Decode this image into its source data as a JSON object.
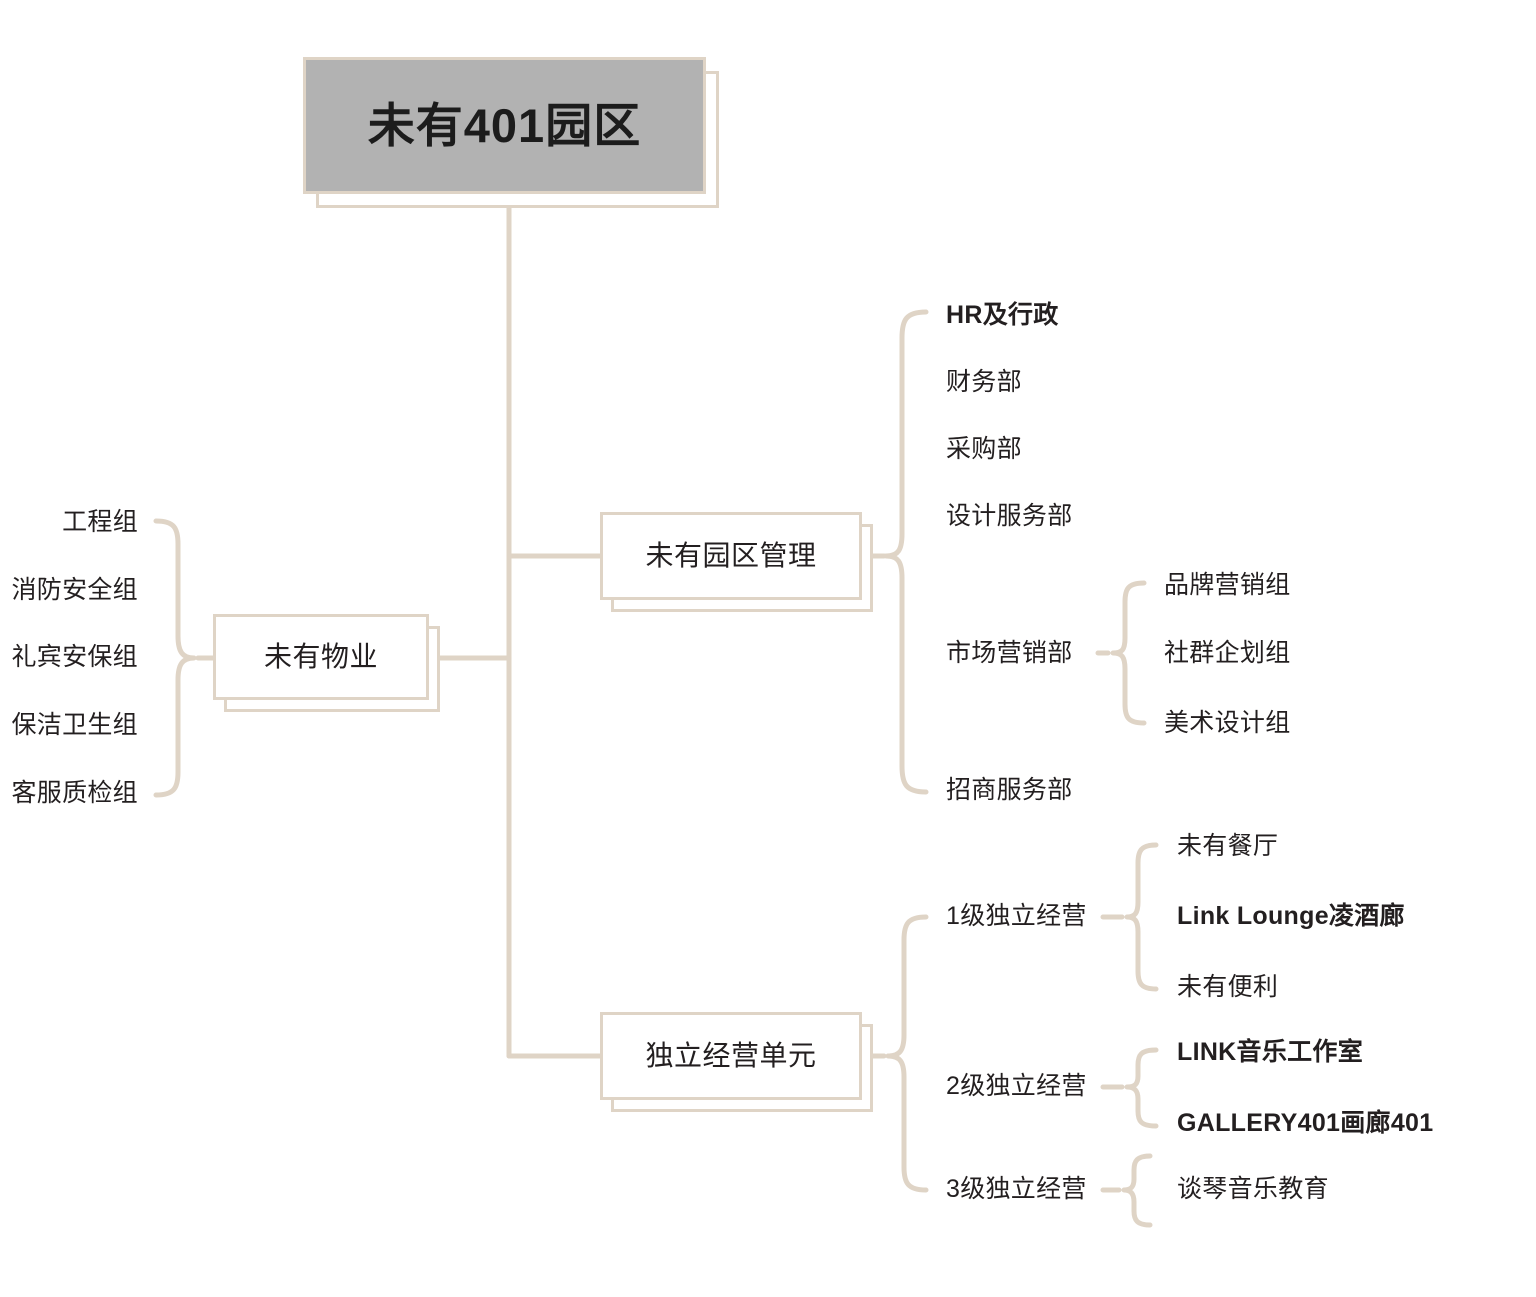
{
  "colors": {
    "line": "#dfd4c6",
    "root_fill": "#b2b2b2",
    "box_fill": "#ffffff",
    "text": "#231f20",
    "background": "#ffffff"
  },
  "chart_data": {
    "type": "diagram",
    "diagram_type": "organization-chart",
    "title": "未有401园区",
    "root": {
      "label": "未有401园区",
      "children": [
        {
          "label": "未有物业",
          "side": "left",
          "children": [
            {
              "label": "工程组"
            },
            {
              "label": "消防安全组"
            },
            {
              "label": "礼宾安保组"
            },
            {
              "label": "保洁卫生组"
            },
            {
              "label": "客服质检组"
            }
          ]
        },
        {
          "label": "未有园区管理",
          "side": "right",
          "children": [
            {
              "label": "HR及行政",
              "bold": true
            },
            {
              "label": "财务部"
            },
            {
              "label": "采购部"
            },
            {
              "label": "设计服务部"
            },
            {
              "label": "市场营销部",
              "children": [
                {
                  "label": "品牌营销组"
                },
                {
                  "label": "社群企划组"
                },
                {
                  "label": "美术设计组"
                }
              ]
            },
            {
              "label": "招商服务部"
            }
          ]
        },
        {
          "label": "独立经营单元",
          "side": "right",
          "children": [
            {
              "label": "1级独立经营",
              "children": [
                {
                  "label": "未有餐厅"
                },
                {
                  "label": "Link Lounge凌酒廊",
                  "bold": true
                },
                {
                  "label": "未有便利"
                }
              ]
            },
            {
              "label": "2级独立经营",
              "children": [
                {
                  "label": "LINK音乐工作室",
                  "bold": true
                },
                {
                  "label": "GALLERY401画廊401",
                  "bold": true
                }
              ]
            },
            {
              "label": "3级独立经营",
              "children": [
                {
                  "label": "谈琴音乐教育"
                }
              ]
            }
          ]
        }
      ]
    }
  },
  "nodes": {
    "root": "未有401园区",
    "property": "未有物业",
    "park_mgmt": "未有园区管理",
    "indep_units": "独立经营单元"
  },
  "property_children": [
    "工程组",
    "消防安全组",
    "礼宾安保组",
    "保洁卫生组",
    "客服质检组"
  ],
  "park_children": {
    "hr_admin": "HR及行政",
    "finance": "财务部",
    "purchasing": "采购部",
    "design_service": "设计服务部",
    "marketing": "市场营销部",
    "investment_service": "招商服务部"
  },
  "marketing_children": [
    "品牌营销组",
    "社群企划组",
    "美术设计组"
  ],
  "indep_groups": {
    "level1": "1级独立经营",
    "level2": "2级独立经营",
    "level3": "3级独立经营"
  },
  "level1_children": [
    "未有餐厅",
    "Link Lounge凌酒廊",
    "未有便利"
  ],
  "level2_children": [
    "LINK音乐工作室",
    "GALLERY401画廊401"
  ],
  "level3_children": [
    "谈琴音乐教育"
  ]
}
